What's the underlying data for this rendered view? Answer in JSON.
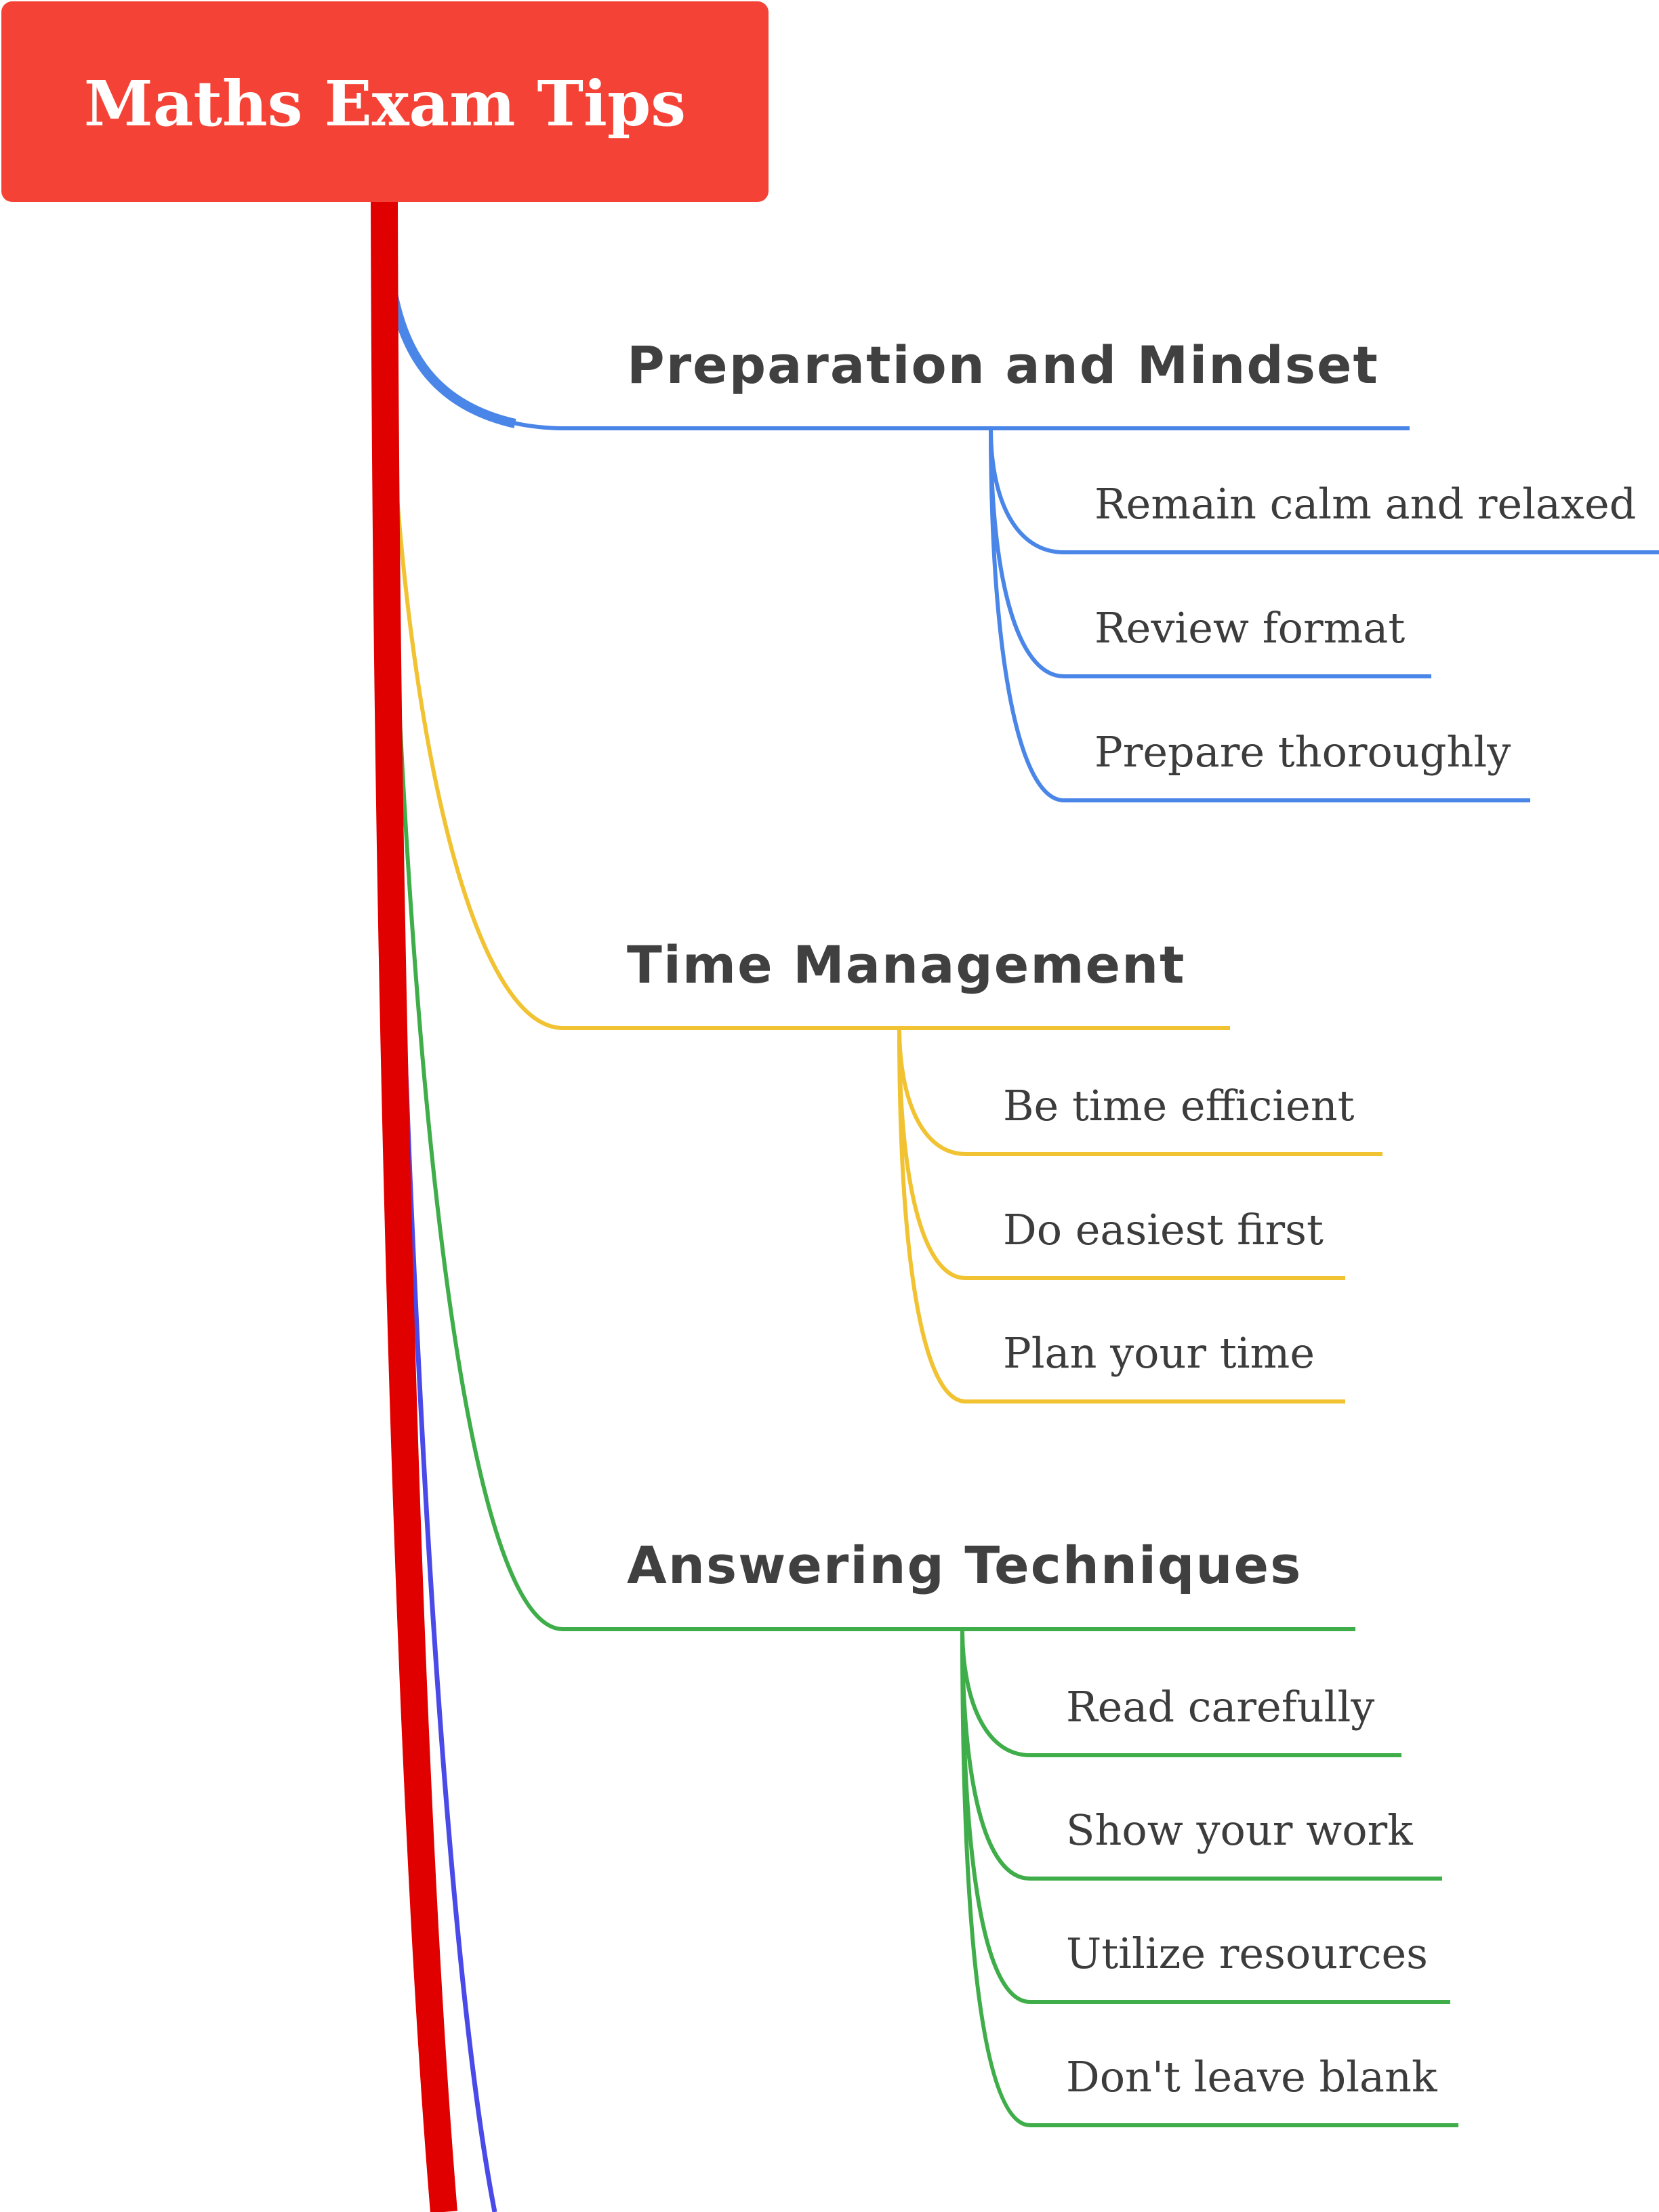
{
  "root": {
    "title": "Maths Exam Tips",
    "color": "#f44336"
  },
  "branches": [
    {
      "title": "Preparation and Mindset",
      "color": "#4a86e8",
      "items": [
        "Remain calm and relaxed",
        "Review format",
        "Prepare thoroughly"
      ]
    },
    {
      "title": "Time Management",
      "color": "#f1c232",
      "items": [
        "Be time efficient",
        "Do easiest first",
        "Plan your time"
      ]
    },
    {
      "title": "Answering Techniques",
      "color": "#3fae4a",
      "items": [
        "Read carefully",
        "Show your work",
        "Utilize resources",
        "Don't leave blank"
      ]
    }
  ],
  "trunk_colors": {
    "main": "#e00000",
    "extra": "#4a4ae8"
  }
}
